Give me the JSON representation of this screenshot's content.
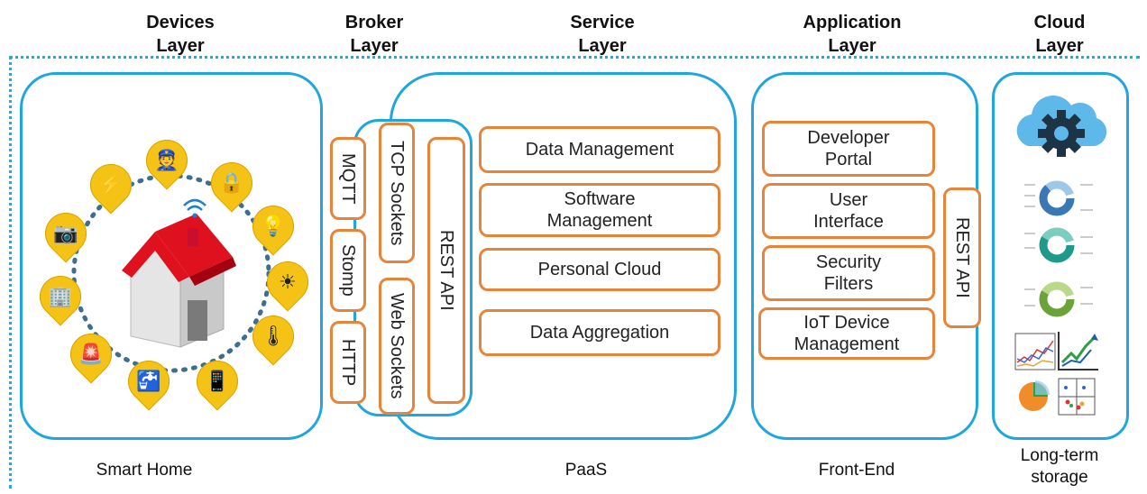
{
  "layers": {
    "devices": "Devices\nLayer",
    "broker": "Broker\nLayer",
    "service": "Service\nLayer",
    "application": "Application\nLayer",
    "cloud": "Cloud\nLayer"
  },
  "broker_protocols": [
    "MQTT",
    "Stomp",
    "HTTP"
  ],
  "broker_sockets": [
    "TCP Sockets",
    "Web Sockets"
  ],
  "service_rest": "REST API",
  "service_items": [
    "Data Management",
    "Software\nManagement",
    "Personal Cloud",
    "Data Aggregation"
  ],
  "application_items": [
    "Developer\nPortal",
    "User\nInterface",
    "Security\nFilters",
    "IoT Device\nManagement"
  ],
  "application_rest": "REST API",
  "captions": {
    "devices": "Smart Home",
    "service": "PaaS",
    "application": "Front-End",
    "cloud": "Long-term\nstorage"
  },
  "colors": {
    "frame": "#2ea6d6",
    "box_border": "#1fa6df",
    "item_border": "#e8833a",
    "pin": "#f5c316",
    "roof": "#e0111f"
  },
  "device_icons": [
    "lightning-icon",
    "guard-icon",
    "lock-icon",
    "bulb-icon",
    "solar-icon",
    "thermometer-icon",
    "phone-icon",
    "faucet-icon",
    "alarm-icon",
    "building-icon",
    "camera-icon"
  ],
  "cloud_icons": [
    "cloud-gear-icon",
    "donut-chart-icon",
    "donut-chart-icon",
    "donut-chart-icon",
    "line-chart-icon",
    "trend-chart-icon",
    "pie-chart-icon",
    "scatter-chart-icon"
  ]
}
